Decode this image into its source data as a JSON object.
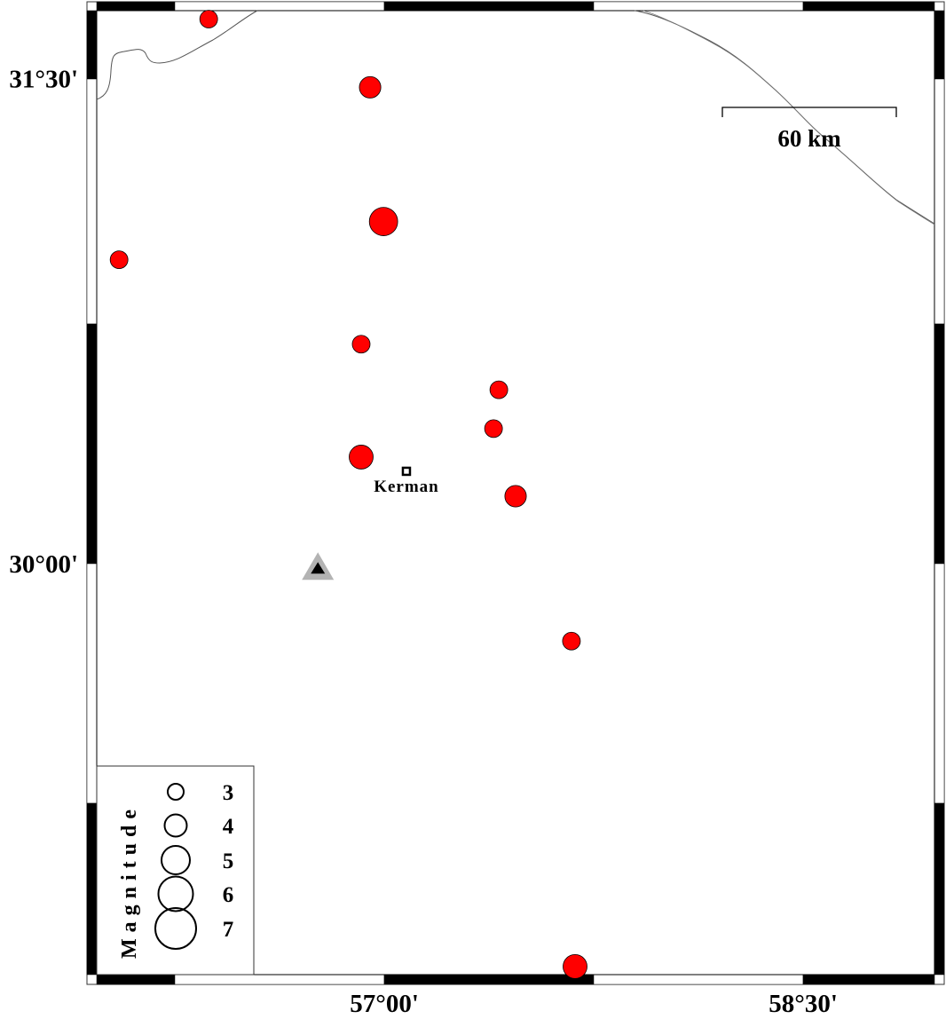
{
  "map": {
    "extent": {
      "lon_min": 55.97,
      "lon_max": 58.97,
      "lat_min": 28.73,
      "lat_max": 31.71
    },
    "lon_labels": [
      {
        "value": 57.0,
        "text": "57°00'"
      },
      {
        "value": 58.5,
        "text": "58°30'"
      }
    ],
    "lat_labels": [
      {
        "value": 31.5,
        "text": "31°30'"
      },
      {
        "value": 30.0,
        "text": "30°00'"
      }
    ],
    "scale_bar": {
      "label": "60 km"
    },
    "city": {
      "name": "Kerman",
      "lon": 57.079,
      "lat": 30.286
    },
    "station": {
      "lon": 56.762,
      "lat": 29.986,
      "outer_color": "#b3b3b3",
      "inner_color": "#000000"
    },
    "event_color": "#ff0000",
    "events": [
      {
        "lon": 56.371,
        "lat": 31.684,
        "mag": 3.0
      },
      {
        "lon": 56.949,
        "lat": 31.473,
        "mag": 3.6
      },
      {
        "lon": 56.997,
        "lat": 31.058,
        "mag": 4.7
      },
      {
        "lon": 56.05,
        "lat": 30.94,
        "mag": 3.0
      },
      {
        "lon": 56.917,
        "lat": 30.679,
        "mag": 3.0
      },
      {
        "lon": 57.41,
        "lat": 30.538,
        "mag": 3.0
      },
      {
        "lon": 57.391,
        "lat": 30.418,
        "mag": 3.0
      },
      {
        "lon": 56.917,
        "lat": 30.33,
        "mag": 4.0
      },
      {
        "lon": 57.47,
        "lat": 30.209,
        "mag": 3.6
      },
      {
        "lon": 57.67,
        "lat": 29.761,
        "mag": 3.0
      },
      {
        "lon": 57.683,
        "lat": 28.755,
        "mag": 4.0
      }
    ]
  },
  "legend": {
    "title": "Magnitude",
    "items": [
      {
        "mag": 3,
        "label": "3"
      },
      {
        "mag": 4,
        "label": "4"
      },
      {
        "mag": 5,
        "label": "5"
      },
      {
        "mag": 6,
        "label": "6"
      },
      {
        "mag": 7,
        "label": "7"
      }
    ]
  }
}
